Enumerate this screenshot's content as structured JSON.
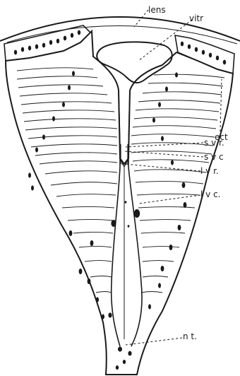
{
  "labels": {
    "lens": "lens",
    "vitr": "vitr",
    "ect": "ect",
    "svr": "s v r.",
    "svc": "s v c",
    "lvr": "l v r.",
    "lvc": "l v c.",
    "nt": "n t."
  },
  "colors": {
    "ink": "#1a1a1a",
    "background": "#ffffff"
  }
}
